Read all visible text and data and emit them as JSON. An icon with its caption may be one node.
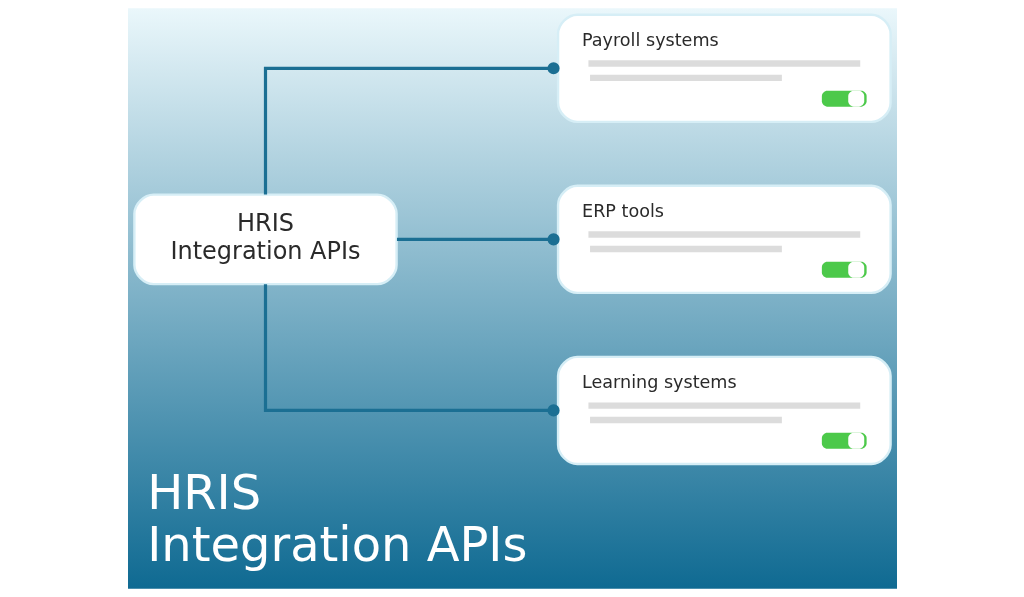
{
  "diagram": {
    "title": "HRIS Integration APIs",
    "nodes": [
      {
        "text": [
          "HRIS Integration APIs"
        ]
      },
      {
        "text": [
          "Payroll systems"
        ]
      },
      {
        "text": [
          "ERP tools"
        ]
      },
      {
        "text": [
          "Learning systems"
        ]
      }
    ],
    "edges": [
      {
        "from": 0,
        "to": 1,
        "arrow": "other"
      },
      {
        "from": 0,
        "to": 2,
        "arrow": "other"
      },
      {
        "from": 0,
        "to": 3,
        "arrow": "other"
      }
    ]
  }
}
